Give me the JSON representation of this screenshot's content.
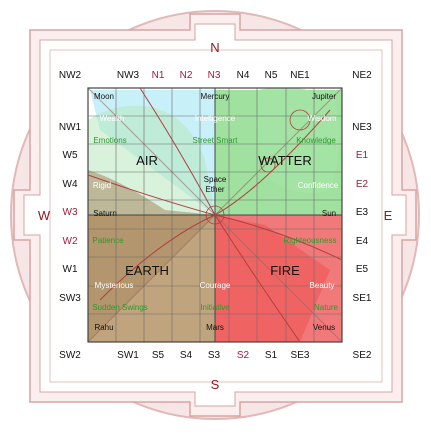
{
  "colors": {
    "frame": "#f3dcdc",
    "frame_line": "#d9a3a3",
    "compass": "#8b1a1a",
    "air": "#c8f0f8",
    "water": "#8fdc8f",
    "earth": "#b99a70",
    "fire": "#f06a6a",
    "grid": "#555555",
    "green_text": "#2c9a2c",
    "white_text": "#ffffff"
  },
  "compass": {
    "north": "N",
    "south": "S",
    "east": "E",
    "west": "W"
  },
  "directions": {
    "top": [
      "NW2",
      "NW3",
      "N1",
      "N2",
      "N3",
      "N4",
      "N5",
      "NE1",
      "NE2"
    ],
    "bottom": [
      "SW2",
      "SW1",
      "S5",
      "S4",
      "S3",
      "S2",
      "S1",
      "SE3",
      "SE2"
    ],
    "left": [
      "NW1",
      "W5",
      "W4",
      "W3",
      "W2",
      "W1",
      "SW3"
    ],
    "right": [
      "NE3",
      "E1",
      "E2",
      "E3",
      "E4",
      "E5",
      "SE1"
    ]
  },
  "elements": {
    "air": "AIR",
    "water": "WATTER",
    "earth": "EARTH",
    "fire": "FIRE"
  },
  "center": {
    "line1": "Space",
    "line2": "Ether"
  },
  "planets": {
    "moon": "Moon",
    "mercury": "Mercury",
    "jupiter": "Jupiter",
    "saturn": "Saturn",
    "sun": "Sun",
    "rahu": "Rahu",
    "mars": "Mars",
    "venus": "Venus"
  },
  "qualities": {
    "wealth_left": "Wealth",
    "intelligence": "Intelligence",
    "wisdom": "Wisdom",
    "emotions": "Emotions",
    "street_smart": "Street Smart",
    "knowledge": "Knowledge",
    "rigid": "Rigid",
    "confidence": "Confidence",
    "patience": "Patience",
    "righteousness": "Righteousness",
    "mysterious": "Mysterious",
    "courage": "Courage",
    "beauty": "Beauty",
    "sudden_swings": "Sudden Swings",
    "initiative": "Initiative",
    "nature": "Nature"
  }
}
